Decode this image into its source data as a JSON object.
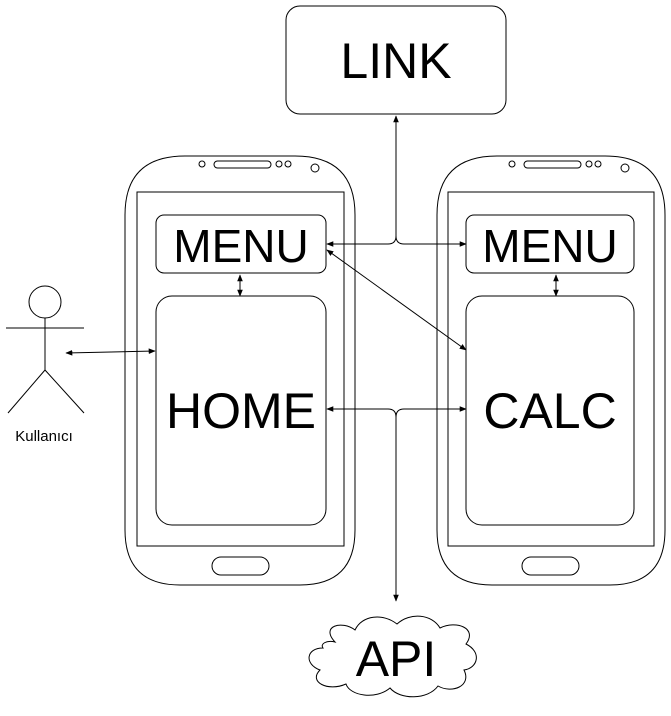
{
  "diagram": {
    "link_label": "LINK",
    "api_label": "API",
    "actor_label": "Kullanıcı",
    "phone_left": {
      "menu_label": "MENU",
      "screen_label": "HOME"
    },
    "phone_right": {
      "menu_label": "MENU",
      "screen_label": "CALC"
    }
  }
}
